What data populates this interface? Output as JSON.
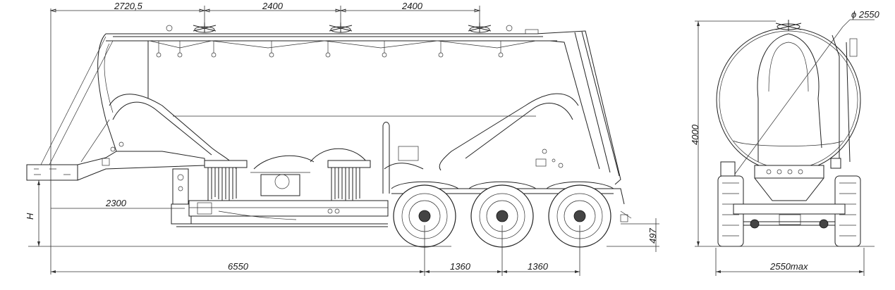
{
  "dimensions": {
    "top_first": "2720,5",
    "top_second": "2400",
    "top_third": "2400",
    "kingpin_height": "2300",
    "height_symbol": "H",
    "ground_clearance": "497",
    "front_to_axle": "6550",
    "axle_spacing_1": "1360",
    "axle_spacing_2": "1360",
    "total_height": "4000",
    "tank_diameter": "ϕ 2550",
    "width": "2550max"
  }
}
